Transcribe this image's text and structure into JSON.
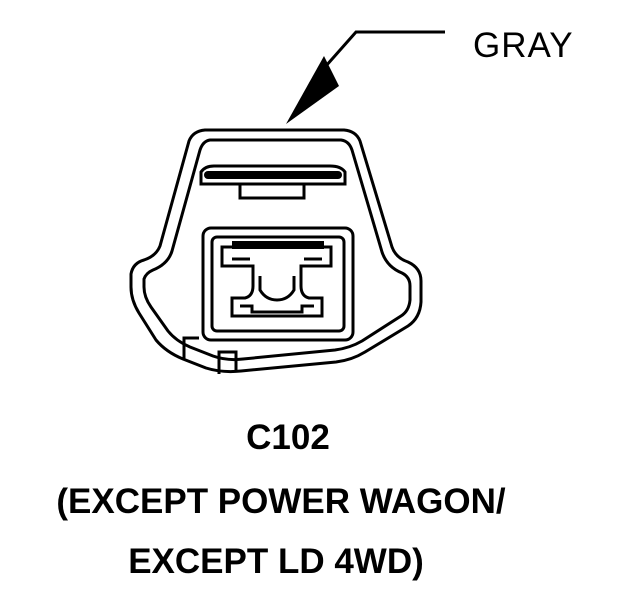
{
  "callout": {
    "label": "GRAY"
  },
  "connector": {
    "id": "C102",
    "note_line1": "(EXCEPT POWER WAGON/",
    "note_line2": "EXCEPT LD 4WD)"
  },
  "colors": {
    "ink": "#000000",
    "paper": "#ffffff"
  }
}
